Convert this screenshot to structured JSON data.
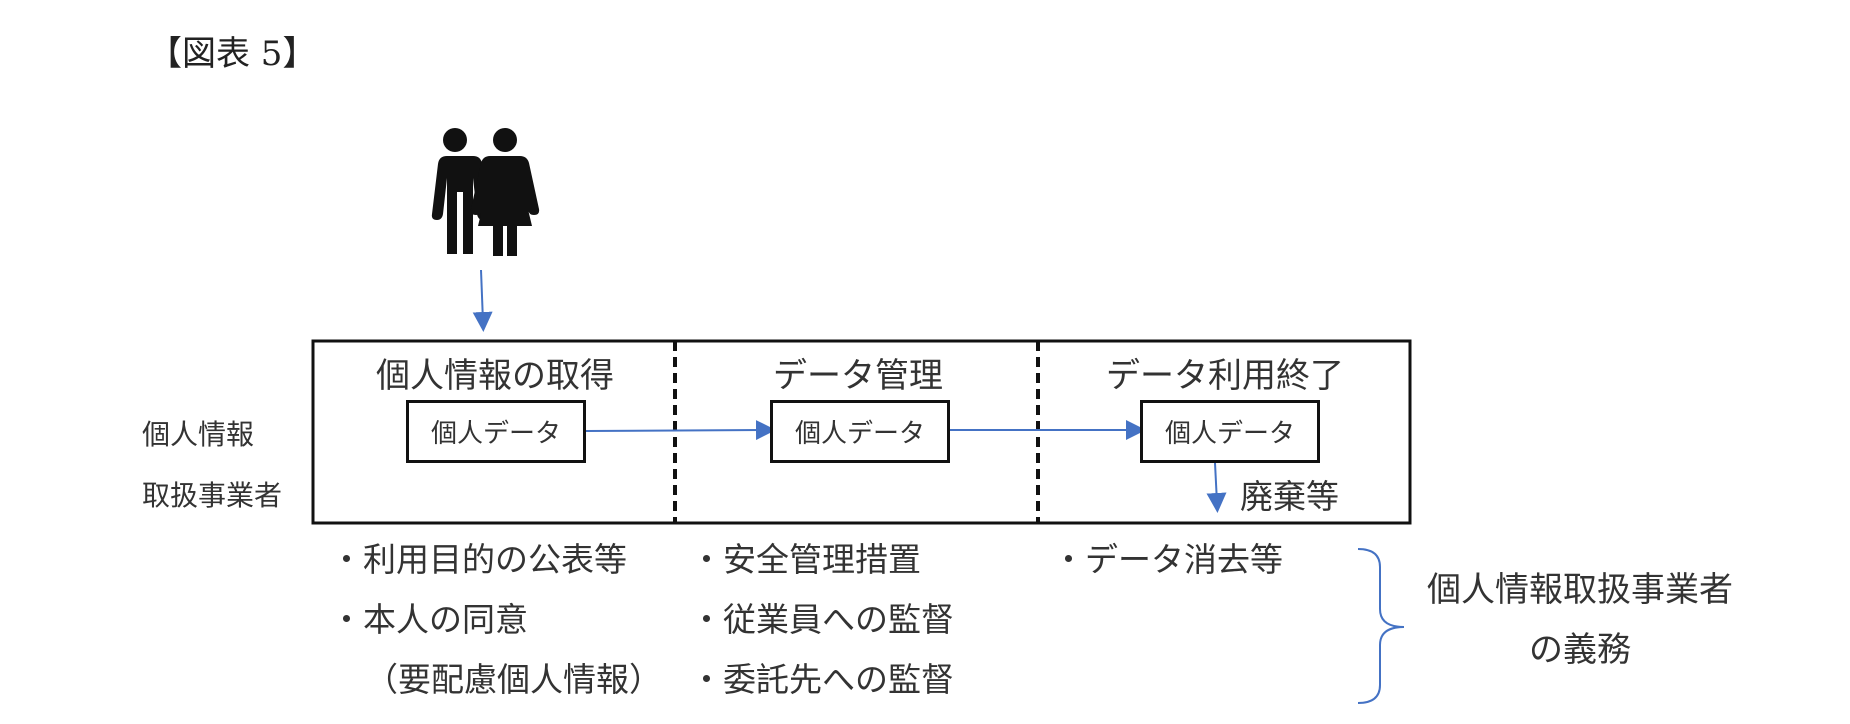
{
  "figure_title": "【図表 5】",
  "left_labels": [
    "個人情報",
    "取扱事業者"
  ],
  "phases": [
    {
      "title": "個人情報の取得",
      "box_label": "個人データ"
    },
    {
      "title": "データ管理",
      "box_label": "個人データ"
    },
    {
      "title": "データ利用終了",
      "box_label": "個人データ"
    }
  ],
  "disposal_label": "廃棄等",
  "duties": {
    "col1": [
      "・利用目的の公表等",
      "・本人の同意",
      "（要配慮個人情報）"
    ],
    "col2": [
      "・安全管理措置",
      "・従業員への監督",
      "・委託先への監督"
    ],
    "col3": [
      "・データ消去等"
    ]
  },
  "obligation_label": [
    "個人情報取扱事業者",
    "の義務"
  ],
  "colors": {
    "arrow": "#4472C4",
    "border": "#111111",
    "icon": "#111111"
  },
  "icons": [
    "people-icon"
  ]
}
